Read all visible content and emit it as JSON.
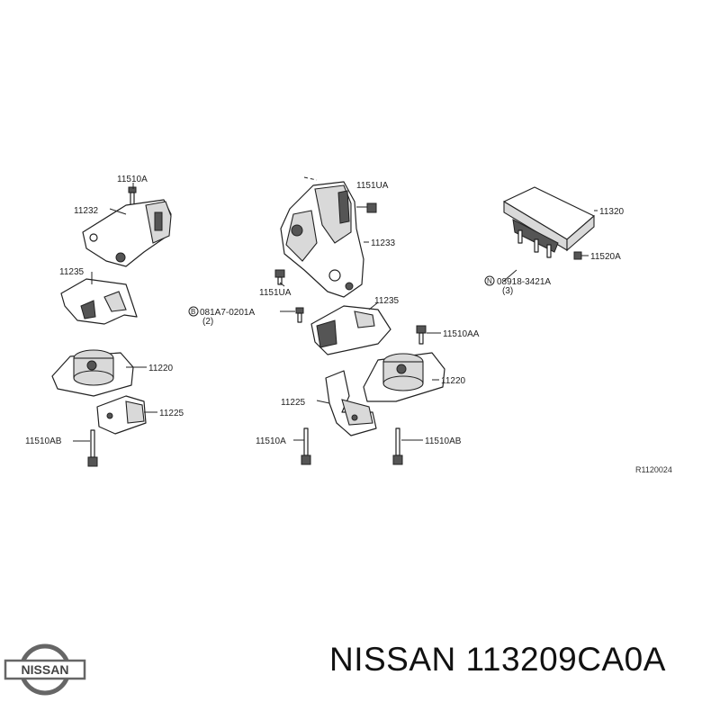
{
  "labels": {
    "l_11510a_top": "11510A",
    "l_11232": "11232",
    "l_11235_left": "11235",
    "l_11220_left": "11220",
    "l_11225_left": "11225",
    "l_11510ab_left": "11510AB",
    "l_1151ua_top": "1151UA",
    "l_11233": "11233",
    "l_1151ua_mid": "1151UA",
    "l_081a7": "081A7-0201A",
    "l_081a7_qty": "(2)",
    "l_11235_mid": "11235",
    "l_11510aa": "11510AA",
    "l_11220_right": "11220",
    "l_11225_mid": "11225",
    "l_11510a_bot": "11510A",
    "l_11510ab_right": "11510AB",
    "l_11320": "11320",
    "l_11520a": "11520A",
    "l_08918": "08918-3421A",
    "l_08918_qty": "(3)",
    "l_b_marker": "B",
    "l_n_marker": "N"
  },
  "diagram_ref": "R1120024",
  "logo_text": "NISSAN",
  "caption": "NISSAN 113209CA0A"
}
